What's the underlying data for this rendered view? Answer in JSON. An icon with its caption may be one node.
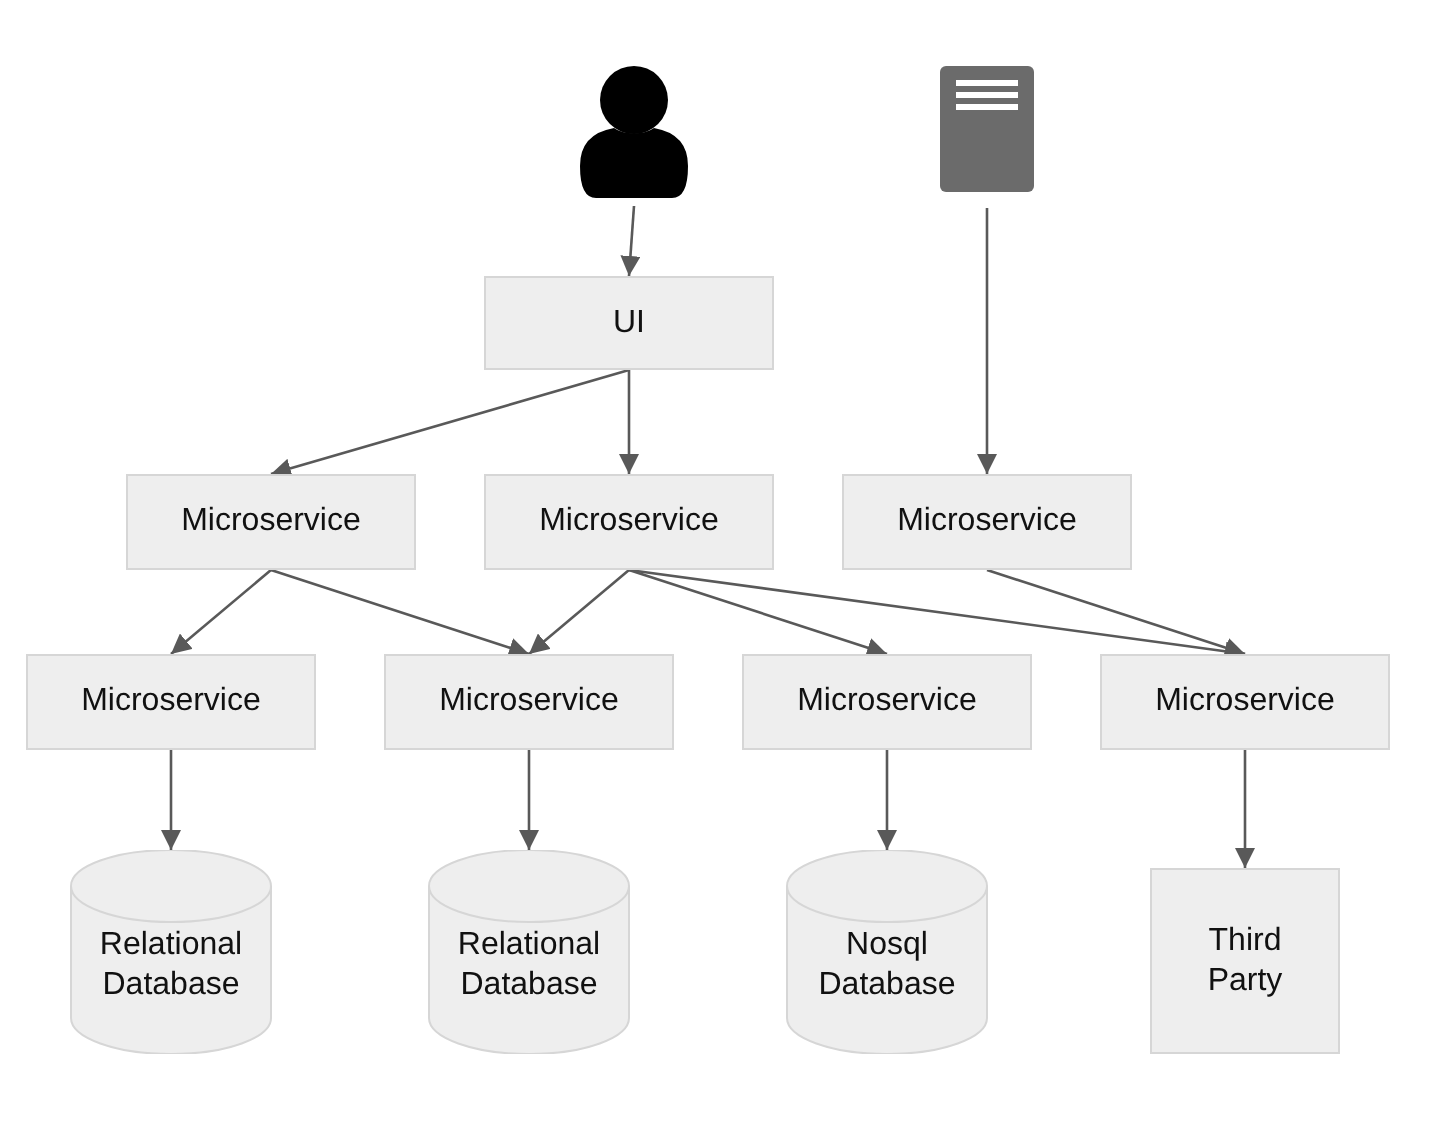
{
  "diagram": {
    "nodes": [
      {
        "text": [],
        "shape": "person"
      },
      {
        "text": [],
        "shape": "picture"
      },
      {
        "text": [
          "UI"
        ]
      },
      {
        "text": [
          "Microservice"
        ]
      },
      {
        "text": [
          "Microservice"
        ]
      },
      {
        "text": [
          "Microservice"
        ]
      },
      {
        "text": [
          "Microservice"
        ]
      },
      {
        "text": [
          "Microservice"
        ]
      },
      {
        "text": [
          "Microservice"
        ]
      },
      {
        "text": [
          "Microservice"
        ]
      },
      {
        "text": [
          "Relational Database"
        ]
      },
      {
        "text": [
          "Relational Database"
        ]
      },
      {
        "text": [
          "Nosql Database"
        ]
      },
      {
        "text": [
          "Third Party"
        ]
      }
    ],
    "edges": [
      {
        "from": 0,
        "to": 2,
        "arrow": "to"
      },
      {
        "from": 2,
        "to": 3,
        "arrow": "to"
      },
      {
        "from": 2,
        "to": 4,
        "arrow": "to"
      },
      {
        "from": 1,
        "to": 5,
        "arrow": "to"
      },
      {
        "from": 3,
        "to": 6,
        "arrow": "to"
      },
      {
        "from": 3,
        "to": 7,
        "arrow": "to"
      },
      {
        "from": 4,
        "to": 7,
        "arrow": "to"
      },
      {
        "from": 4,
        "to": 8,
        "arrow": "to"
      },
      {
        "from": 4,
        "to": 9,
        "arrow": "to"
      },
      {
        "from": 5,
        "to": 9,
        "arrow": "to"
      },
      {
        "from": 6,
        "to": 10,
        "arrow": "to"
      },
      {
        "from": 7,
        "to": 11,
        "arrow": "to"
      },
      {
        "from": 8,
        "to": 12,
        "arrow": "to"
      },
      {
        "from": 9,
        "to": 13,
        "arrow": "to"
      }
    ]
  }
}
